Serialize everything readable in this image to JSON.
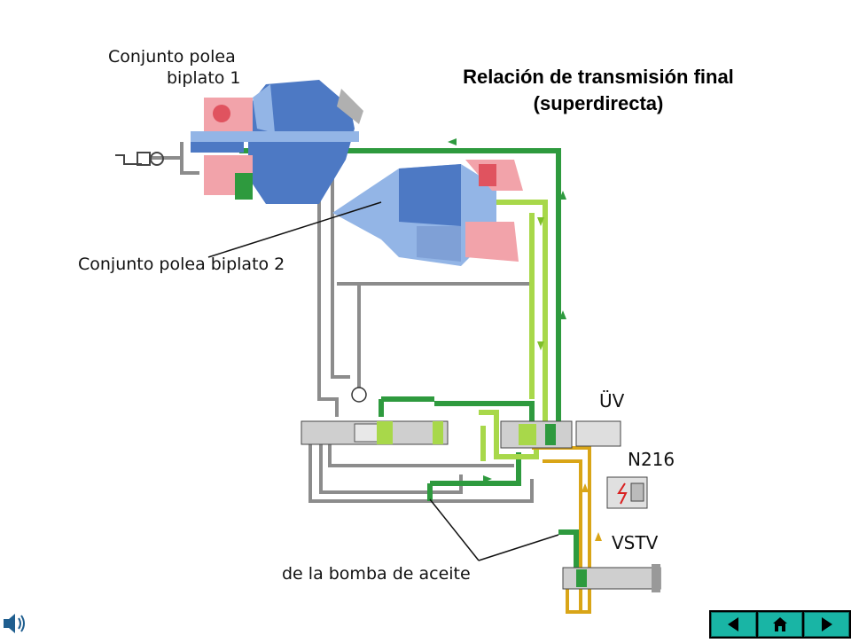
{
  "title": {
    "line1": "Relación de transmisión final",
    "line2": "(superdirecta)"
  },
  "labels": {
    "pulley1_line1": "Conjunto polea",
    "pulley1_line2": "biplato 1",
    "pulley2": "Conjunto polea biplato 2",
    "pump": "de la bomba de aceite",
    "uv": "ÜV",
    "n216": "N216",
    "vstv": "VSTV"
  },
  "colors": {
    "dark_green": "#2e9a3e",
    "light_green": "#a8d84a",
    "yellow": "#d9a517",
    "blue": "#4d79c4",
    "light_blue": "#93b5e6",
    "red": "#e0535f",
    "pink": "#f2a3aa",
    "grey": "#8c8c8c",
    "nav_teal": "#19b5a5"
  },
  "icons": {
    "sound": "speaker-icon",
    "prev": "arrow-left-icon",
    "home": "home-icon",
    "next": "arrow-right-icon"
  }
}
